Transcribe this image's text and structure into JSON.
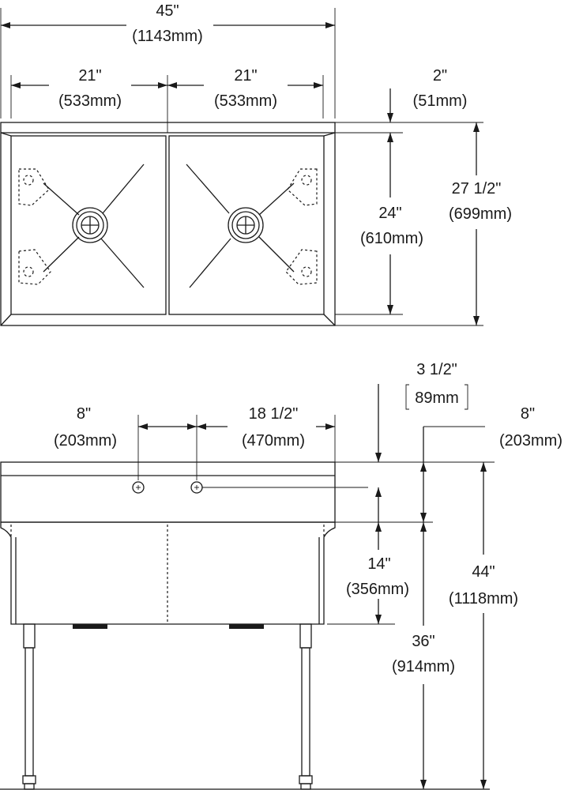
{
  "top_view": {
    "overall_width": {
      "imperial": "45\"",
      "metric": "(1143mm)"
    },
    "left_bowl_width": {
      "imperial": "21\"",
      "metric": "(533mm)"
    },
    "right_bowl_width": {
      "imperial": "21\"",
      "metric": "(533mm)"
    },
    "rim_depth": {
      "imperial": "2\"",
      "metric": "(51mm)"
    },
    "bowl_front_to_back": {
      "imperial": "24\"",
      "metric": "(610mm)"
    },
    "overall_depth": {
      "imperial": "27 1/2\"",
      "metric": "(699mm)"
    }
  },
  "front_view": {
    "faucet_offset": {
      "imperial": "8\"",
      "metric": "(203mm)"
    },
    "faucet_to_end": {
      "imperial": "18 1/2\"",
      "metric": "(470mm)"
    },
    "faucet_height": {
      "imperial": "3 1/2\"",
      "metric": "89mm"
    },
    "backsplash_height": {
      "imperial": "8\"",
      "metric": "(203mm)"
    },
    "bowl_depth": {
      "imperial": "14\"",
      "metric": "(356mm)"
    },
    "rim_height": {
      "imperial": "36\"",
      "metric": "(914mm)"
    },
    "overall_height": {
      "imperial": "44\"",
      "metric": "(1118mm)"
    }
  }
}
